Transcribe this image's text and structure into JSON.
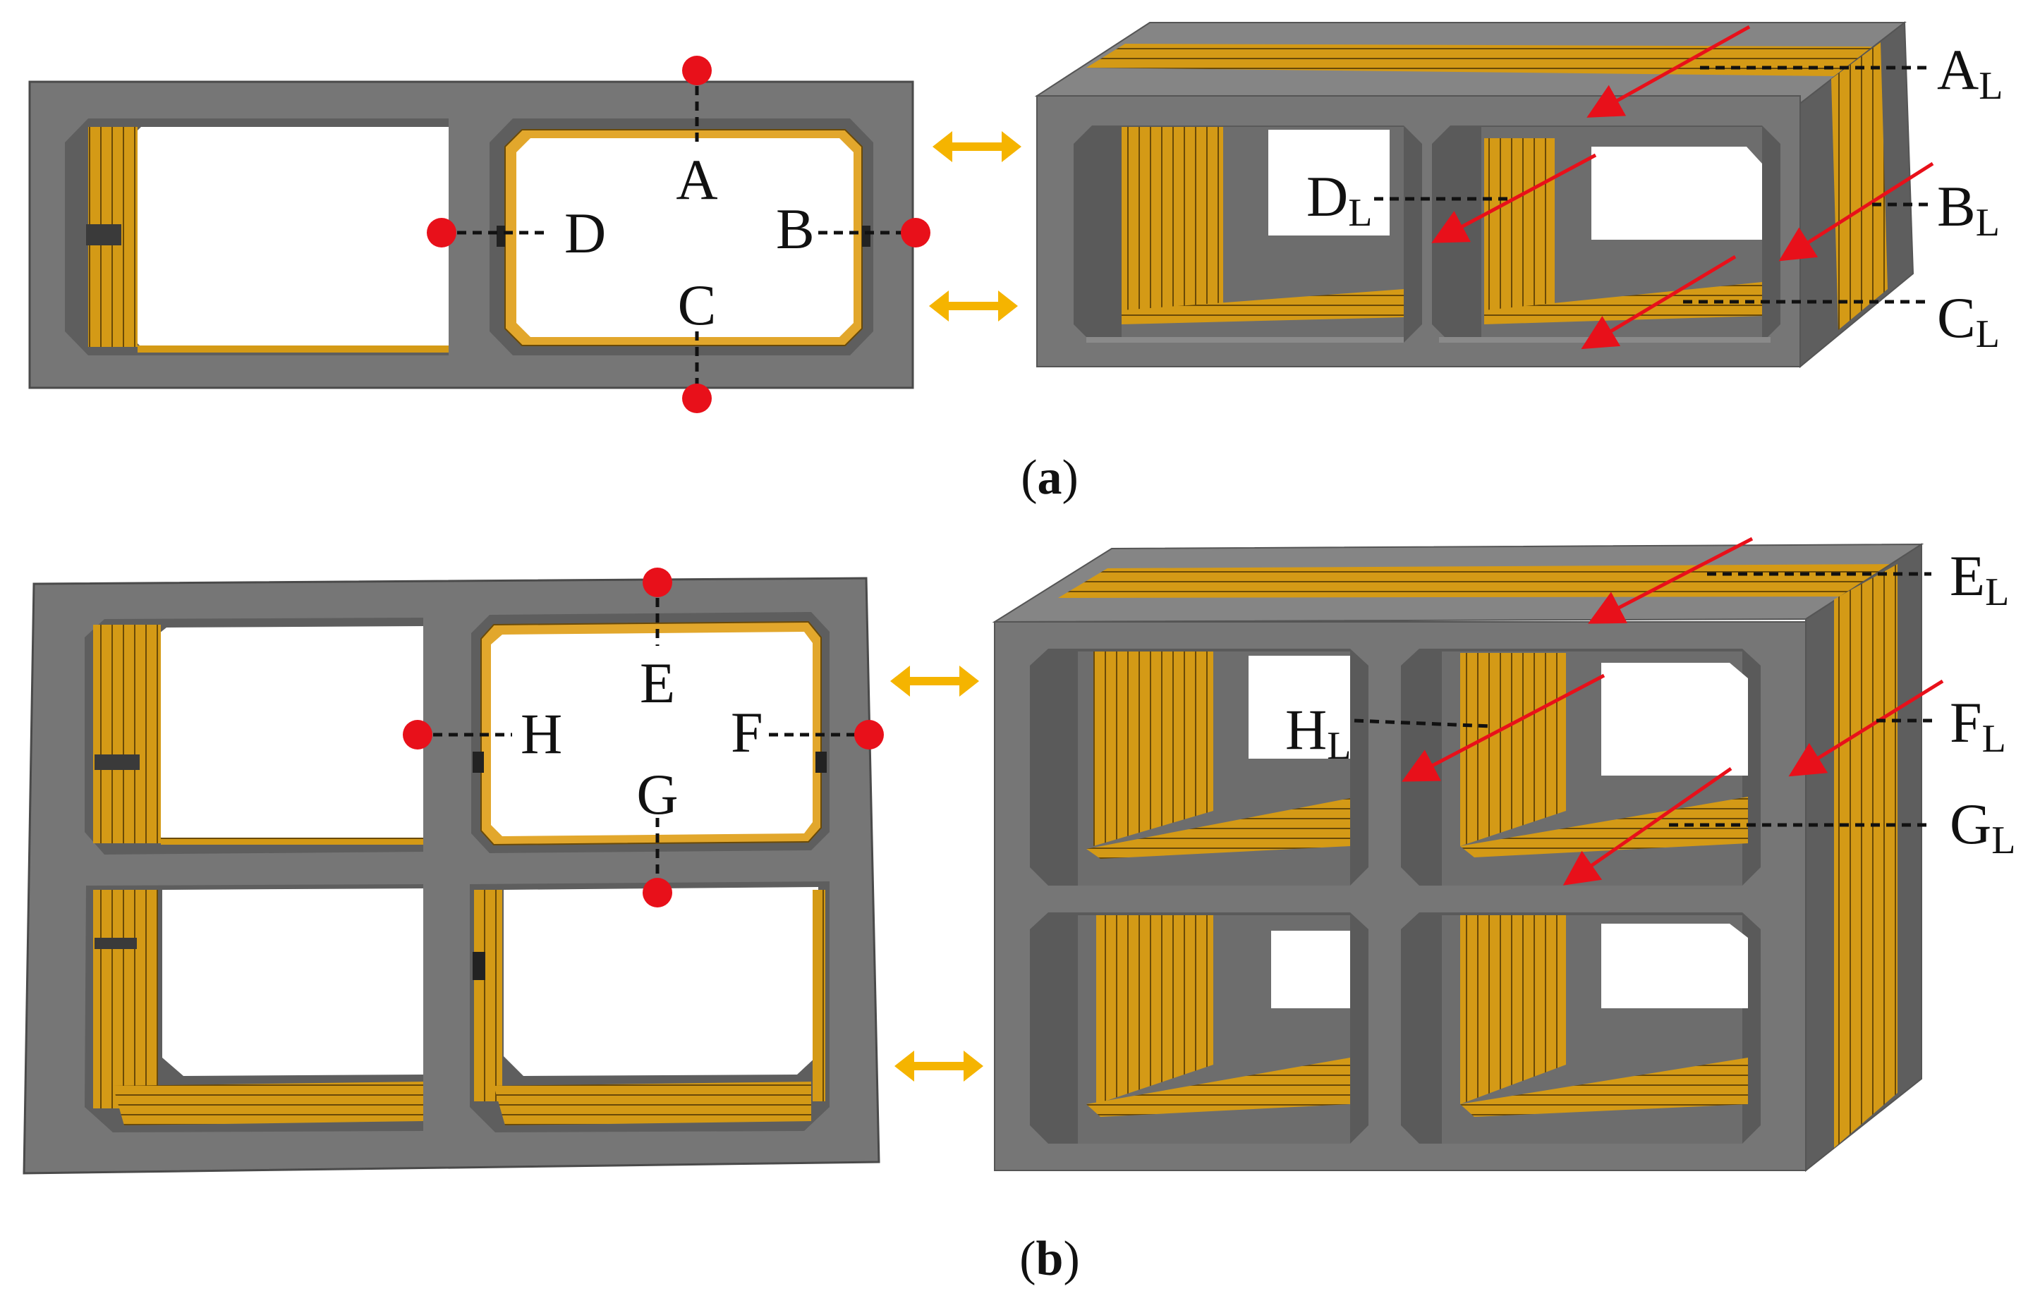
{
  "colors": {
    "concrete": "#767676",
    "concrete_dark": "#5e5e5e",
    "concrete_light": "#8e8e8e",
    "concrete_top": "#858585",
    "hole": "#ffffff",
    "gauge": "#d49a16",
    "gauge_line": "#6a4a08",
    "point": "#e8101a",
    "arrow": "#e8101a",
    "double_arrow": "#f5b400"
  },
  "icons": {
    "measurement_point": "red-dot-icon",
    "direction_arrow": "red-arrow-icon",
    "correspondence": "double-arrow-icon"
  },
  "panel_a": {
    "caption_open": "(",
    "caption_letter": "a",
    "caption_close": ")",
    "points": {
      "a": "A",
      "b": "B",
      "c": "C",
      "d": "D"
    },
    "leaders": {
      "a": {
        "main": "A",
        "sub": "L"
      },
      "b": {
        "main": "B",
        "sub": "L"
      },
      "c": {
        "main": "C",
        "sub": "L"
      },
      "d": {
        "main": "D",
        "sub": "L"
      }
    }
  },
  "panel_b": {
    "caption_open": "(",
    "caption_letter": "b",
    "caption_close": ")",
    "points": {
      "e": "E",
      "f": "F",
      "g": "G",
      "h": "H"
    },
    "leaders": {
      "e": {
        "main": "E",
        "sub": "L"
      },
      "f": {
        "main": "F",
        "sub": "L"
      },
      "g": {
        "main": "G",
        "sub": "L"
      },
      "h": {
        "main": "H",
        "sub": "L"
      }
    }
  }
}
